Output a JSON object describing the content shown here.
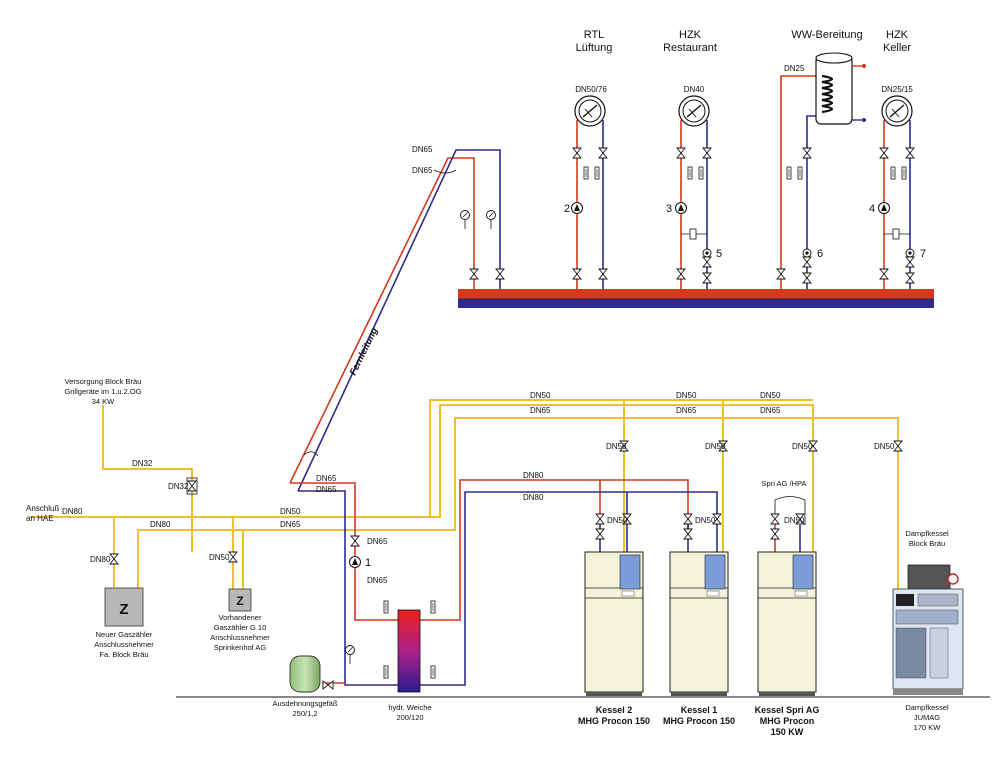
{
  "consumers": {
    "rtl": {
      "line1": "RTL",
      "line2": "Lüftung",
      "dn": "DN50/76",
      "pump": "2"
    },
    "hzk_restaurant": {
      "line1": "HZK",
      "line2": "Restaurant",
      "dn": "DN40",
      "pump": "3",
      "mixer": "5"
    },
    "ww": {
      "line1": "WW-Bereitung",
      "dn": "DN25",
      "mixer": "6"
    },
    "hzk_keller": {
      "line1": "HZK",
      "line2": "Keller",
      "dn": "DN25/15",
      "pump": "4",
      "mixer": "7"
    }
  },
  "fernleitung": {
    "label": "Fernleitung",
    "dn_top_1": "DN65",
    "dn_top_2": "DN65",
    "dn_bot_1": "DN65",
    "dn_bot_2": "DN65"
  },
  "gas": {
    "versorgung": [
      "Versorgung Block Bräu",
      "Grillgeräte im 1.u.2.OG",
      "34 KW"
    ],
    "dn32_a": "DN32",
    "dn32_b": "DN32",
    "anschluss": [
      "Anschluß",
      "an HAE"
    ],
    "dn80_a": "DN80",
    "dn80_b": "DN80",
    "dn80_c": "DN80",
    "dn50_a": "DN50",
    "meter_symbol": "Z",
    "neuer_zaehler": [
      "Neuer Gaszähler",
      "Anschlussnehmer",
      "Fa. Block Bräu"
    ],
    "vorhandener_zaehler": [
      "Vorhandener",
      "Gaszähler G 10",
      "Anschlussnehmer",
      "Sprinkenhof AG"
    ]
  },
  "heating_lines": {
    "dn50_1": "DN50",
    "dn65_1": "DN65",
    "dn50_top_1": "DN50",
    "dn50_top_2": "DN50",
    "dn50_top_3": "DN50",
    "dn65_top_1": "DN65",
    "dn65_top_2": "DN65",
    "dn65_top_3": "DN65",
    "dn80_1": "DN80",
    "dn80_2": "DN80",
    "dn65_v1": "DN65",
    "dn65_v2": "DN65",
    "pump_main": "1"
  },
  "boilers": [
    {
      "dn_top": "DN50",
      "dn_mid": "DN50",
      "name": "Kessel 2",
      "model": "MHG Procon 150",
      "extra": ""
    },
    {
      "dn_top": "DN50",
      "dn_mid": "DN50",
      "name": "Kessel 1",
      "model": "MHG Procon 150",
      "extra": ""
    },
    {
      "dn_top": "DN50",
      "dn_mid": "DN50",
      "name": "Kessel Spri AG",
      "model": "MHG Procon",
      "extra": "150 KW",
      "note": "Spri AG /HPA"
    }
  ],
  "dampfkessel": {
    "dn": "DN50",
    "top": [
      "Dampfkessel",
      "Block Bräu"
    ],
    "bottom": [
      "Dampfkessel",
      "JUMAG",
      "170 KW"
    ]
  },
  "expansion": {
    "line1": "Ausdehnungsgefäß",
    "line2": "250/1,2"
  },
  "weiche": {
    "line1": "hydr. Weiche",
    "line2": "200/120"
  },
  "colors": {
    "supply": "#d23a1c",
    "return": "#2d2c8c",
    "gas": "#f0c02a",
    "boiler_body": "#f4f3d9",
    "boiler_panel": "#7b9cd8"
  }
}
